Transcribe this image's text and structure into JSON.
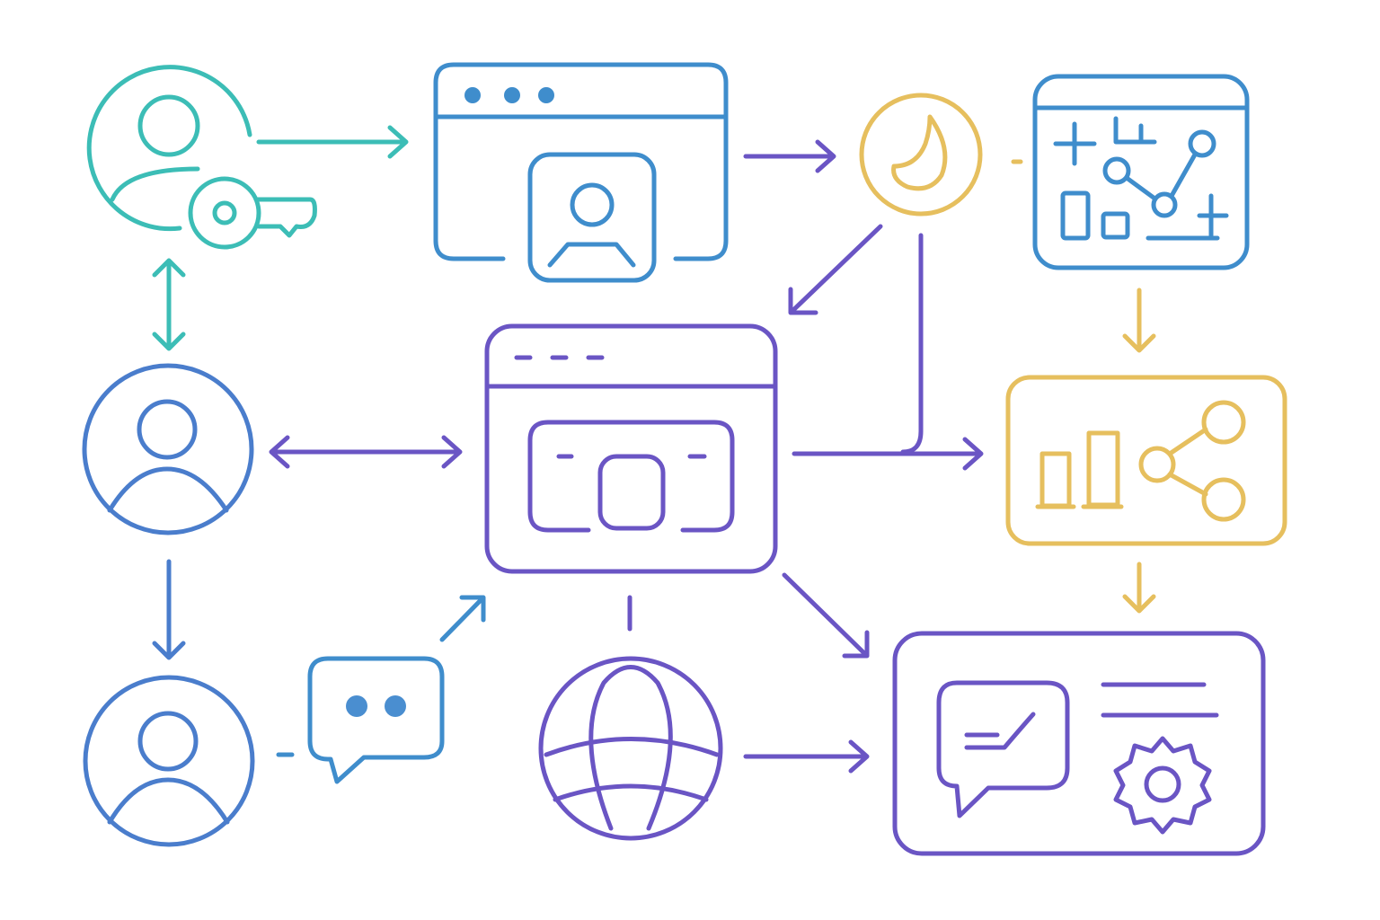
{
  "colors": {
    "teal": "#3cbdb6",
    "blue": "#3f8dcc",
    "blue_dark": "#4a7dcc",
    "purple": "#6a55c4",
    "gold": "#e6bf5e",
    "background": "#ffffff"
  },
  "nodes": [
    {
      "id": "user-key",
      "icon": "user-with-key-icon",
      "color": "teal"
    },
    {
      "id": "browser-profile",
      "icon": "browser-profile-icon",
      "color": "blue"
    },
    {
      "id": "flame-circle",
      "icon": "flame-icon",
      "color": "gold"
    },
    {
      "id": "dashboard",
      "icon": "dashboard-graph-icon",
      "color": "blue"
    },
    {
      "id": "user-middle",
      "icon": "user-circle-icon",
      "color": "blue"
    },
    {
      "id": "central-window",
      "icon": "browser-window-icon",
      "color": "purple"
    },
    {
      "id": "chart-share",
      "icon": "bar-chart-share-icon",
      "color": "gold"
    },
    {
      "id": "user-bottom",
      "icon": "user-circle-icon",
      "color": "blue"
    },
    {
      "id": "chat",
      "icon": "chat-bubble-icon",
      "color": "blue"
    },
    {
      "id": "globe",
      "icon": "globe-icon",
      "color": "purple"
    },
    {
      "id": "chat-settings",
      "icon": "chat-settings-card-icon",
      "color": "purple"
    }
  ]
}
